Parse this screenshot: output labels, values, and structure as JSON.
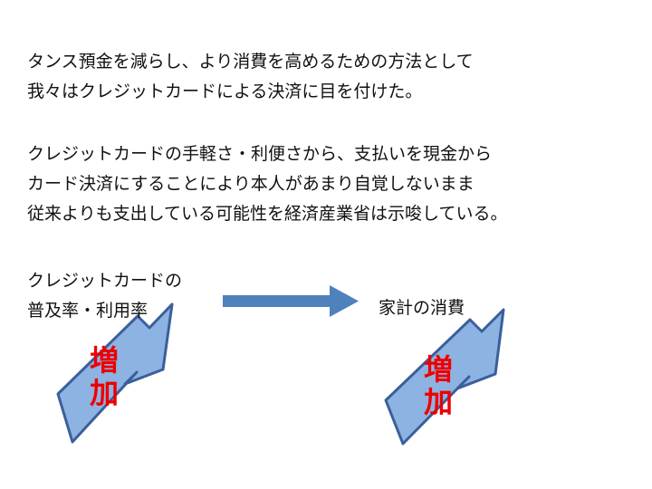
{
  "paragraph1": [
    "タンス預金を減らし、より消費を高めるための方法として",
    "我々はクレジットカードによる決済に目を付けた。"
  ],
  "paragraph2": [
    "クレジットカードの手軽さ・利便さから、支払いを現金から",
    "カード決済にすることにより本人があまり自覚しないまま",
    "従来よりも支出している可能性を経済産業省は示唆している。"
  ],
  "diagram": {
    "left_label": [
      "クレジットカードの",
      "普及率・利用率"
    ],
    "right_label": "家計の消費",
    "increase_label_left": [
      "増",
      "加"
    ],
    "increase_label_right": [
      "増",
      "加"
    ],
    "colors": {
      "arrow_fill": "#8db3e2",
      "arrow_stroke": "#3a5f9a",
      "connector_arrow": "#4f81bd",
      "increase_text": "#ee0000"
    }
  }
}
